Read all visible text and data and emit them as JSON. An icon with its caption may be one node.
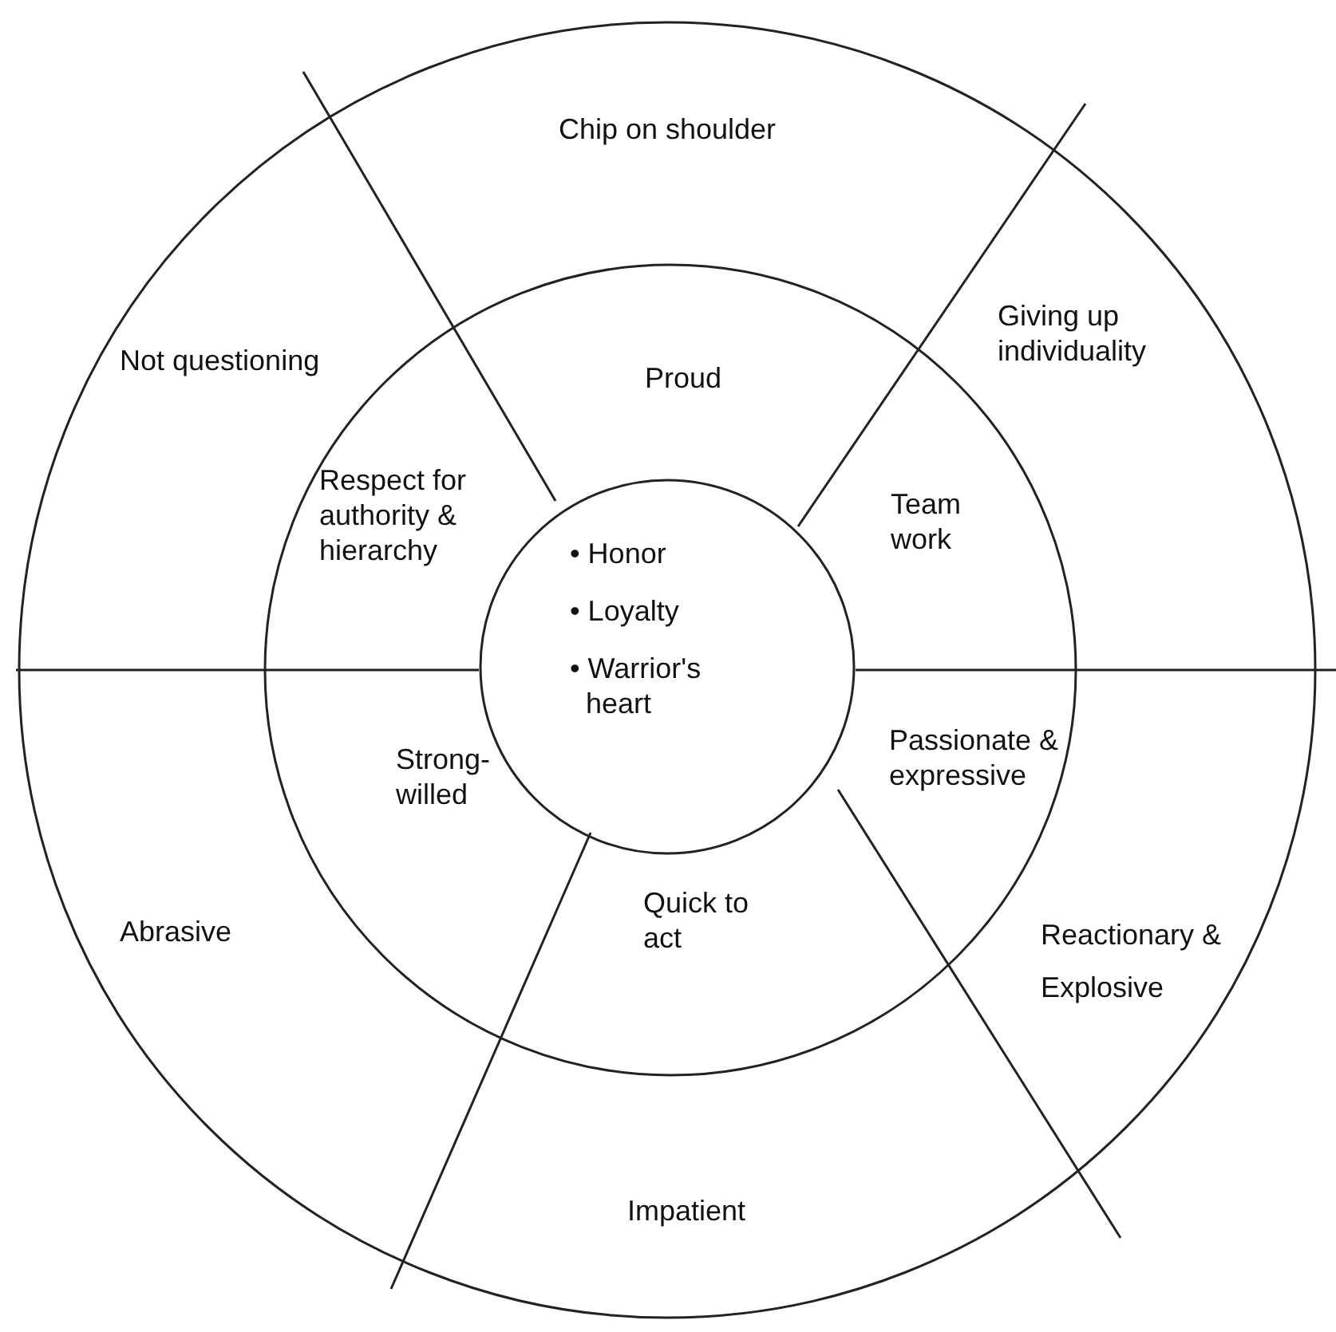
{
  "diagram": {
    "nodes": [
      {
        "text": [],
        "shape": "circle"
      },
      {
        "text": [],
        "shape": "circle",
        "in": 0
      },
      {
        "text": [
          "• Honor",
          "• Loyalty",
          "• Warrior's heart"
        ],
        "in": 1
      }
    ],
    "labels": [
      "Chip on shoulder",
      "Not questioning",
      "Giving up individuality",
      "Proud",
      "Respect for authority & hierarchy",
      "Team work",
      "Strong-willed",
      "Passionate & expressive",
      "Abrasive",
      "Quick to act",
      "Reactionary & Explosive",
      "Impatient"
    ]
  }
}
